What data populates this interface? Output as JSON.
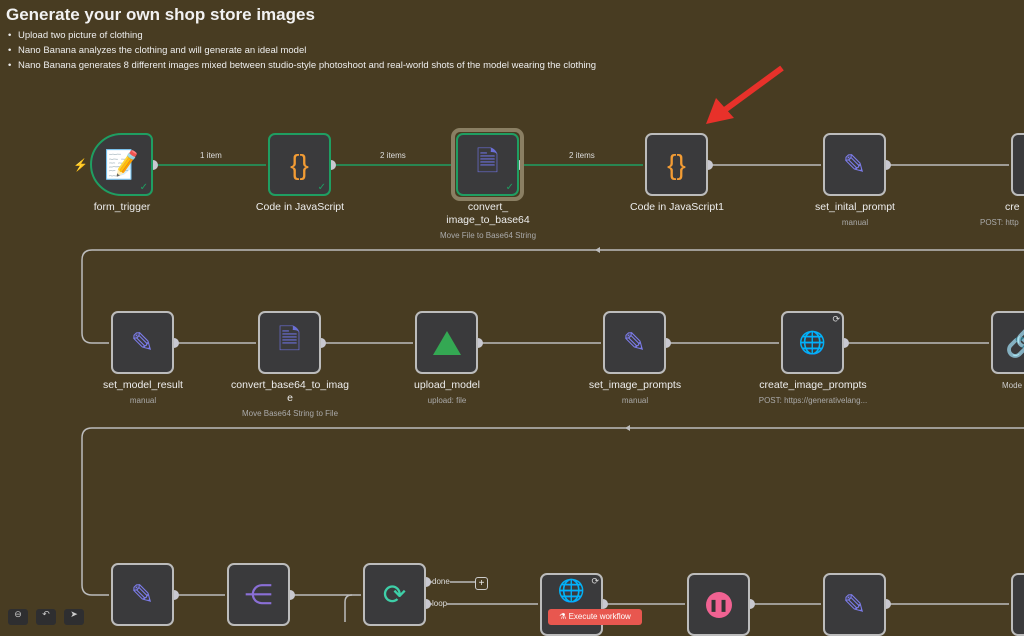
{
  "title": "Generate your own shop store images",
  "bullets": [
    "Upload two picture of clothing",
    "Nano Banana analyzes the clothing and will generate an ideal model",
    "Nano Banana generates 8 different images mixed between studio-style photoshoot and real-world shots of the model wearing the clothing"
  ],
  "edges": {
    "e1": "1 item",
    "e2": "2 items",
    "e3": "2 items",
    "done": "done",
    "loop": "loop"
  },
  "nodes": {
    "form_trigger": {
      "label": "form_trigger"
    },
    "code1": {
      "label": "Code in JavaScript"
    },
    "convert1": {
      "label": "convert_\nimage_to_base64",
      "sub": "Move File to Base64 String"
    },
    "code2": {
      "label": "Code in JavaScript1"
    },
    "set_initial": {
      "label": "set_inital_prompt",
      "sub": "manual"
    },
    "create1": {
      "label": "cre",
      "sub": "POST: http"
    },
    "set_model": {
      "label": "set_model_result",
      "sub": "manual"
    },
    "convert2": {
      "label": "convert_base64_to_imag\ne",
      "sub": "Move Base64 String to File"
    },
    "upload": {
      "label": "upload_model",
      "sub": "upload: file"
    },
    "set_img": {
      "label": "set_image_prompts",
      "sub": "manual"
    },
    "create_img": {
      "label": "create_image_prompts",
      "sub": "POST: https://generativelang..."
    },
    "link": {
      "label": "Mode"
    }
  },
  "execute_label": "Execute workflow"
}
